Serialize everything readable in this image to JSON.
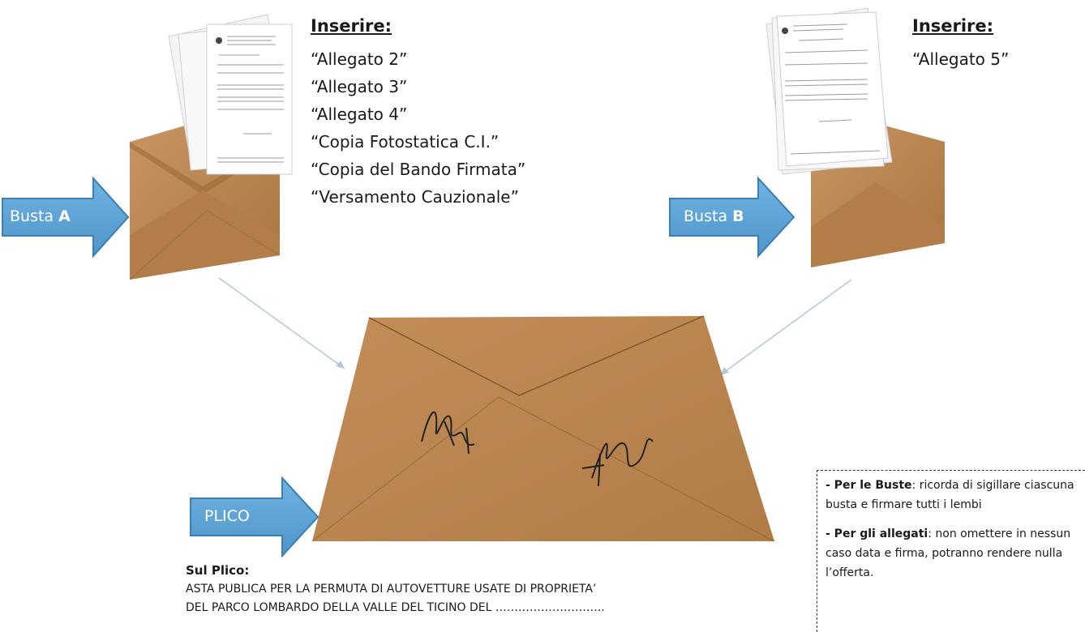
{
  "busta_a": {
    "arrow_label_prefix": "Busta ",
    "arrow_label_letter": "A",
    "insert_title": "Inserire:",
    "items": [
      "“Allegato 2”",
      "“Allegato 3”",
      "“Allegato 4”",
      "“Copia Fotostatica C.I.”",
      "“Copia del Bando Firmata”",
      "“Versamento Cauzionale”"
    ]
  },
  "busta_b": {
    "arrow_label_prefix": "Busta ",
    "arrow_label_letter": "B",
    "insert_title": "Inserire:",
    "items": [
      "“Allegato 5”"
    ]
  },
  "plico": {
    "arrow_label": "PLICO",
    "sul_plico_label": "Sul Plico:",
    "line1": "ASTA PUBLICA PER LA PERMUTA DI AUTOVETTURE USATE DI PROPRIETA’",
    "line2": "DEL PARCO LOMBARDO DELLA VALLE DEL TICINO DEL ……………………….."
  },
  "notes": {
    "note1_bold": "- Per le Buste",
    "note1_text": ": ricorda di sigillare ciascuna busta e firmare tutti i lembi",
    "note2_bold": "- Per gli allegati",
    "note2_text": ": non omettere in nessun caso data e firma, potranno rendere nulla l’offerta."
  },
  "colors": {
    "envelope": "#bb8650",
    "envelope_dark": "#a06f3d",
    "envelope_light": "#cc9865",
    "arrow_blue": "#5ea6d9",
    "arrow_border": "#3b7fb3",
    "connector": "#b5c6d6"
  }
}
